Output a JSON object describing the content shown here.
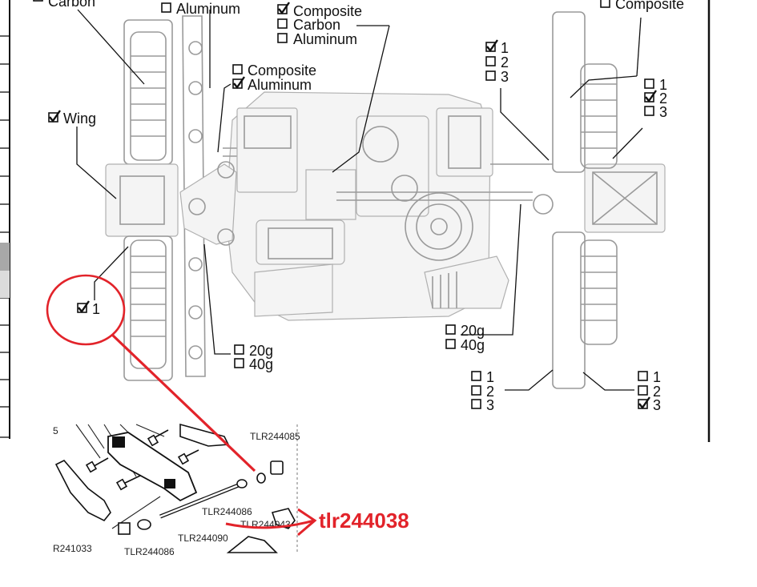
{
  "labels": {
    "top_left": "Carbon",
    "aluminum_top": "Aluminum",
    "center_top": [
      "Composite",
      "Carbon",
      "Aluminum"
    ],
    "mid_left": [
      "Composite",
      "Aluminum"
    ],
    "top_right": "Composite",
    "wing": "Wing",
    "left_one": "1",
    "rear_right_upper": [
      "1",
      "2",
      "3"
    ],
    "right_upper": [
      "1",
      "2",
      "3"
    ],
    "weights_left": [
      "20g",
      "40g"
    ],
    "weights_right": [
      "20g",
      "40g"
    ],
    "bottom_mid": [
      "1",
      "2",
      "3"
    ],
    "bottom_right": [
      "1",
      "2",
      "3"
    ]
  },
  "parts": {
    "num5": "5",
    "tlr244085": "TLR244085",
    "tlr244086a": "TLR244086",
    "tlr244043": "TLR244043",
    "tlr244090": "TLR244090",
    "r241033": "R241033",
    "tlr244086b": "TLR244086"
  },
  "callout": {
    "text": "tlr244038",
    "color": "#e2232a"
  }
}
